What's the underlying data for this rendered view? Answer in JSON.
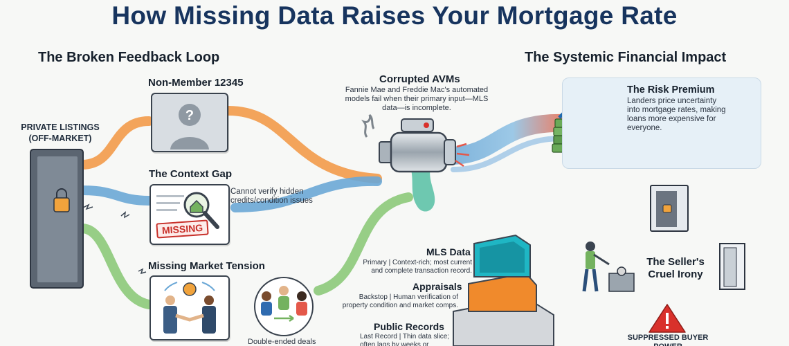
{
  "title": "How Missing Data Raises Your Mortgage Rate",
  "sections": {
    "left": "The Broken Feedback Loop",
    "right": "The Systemic Financial Impact"
  },
  "private_listings": {
    "label": "PRIVATE LISTINGS (OFF-MARKET)"
  },
  "non_member": {
    "label": "Non-Member 12345"
  },
  "context_gap": {
    "title": "The Context Gap",
    "desc": "Cannot verify hidden credits/condition issues",
    "stamp": "MISSING"
  },
  "market_tension": {
    "title": "Missing Market Tension",
    "caption": "Double-ended deals"
  },
  "avms": {
    "title": "Corrupted AVMs",
    "desc": "Fannie Mae and Freddie Mac's automated models fail when their primary input—MLS data—is incomplete."
  },
  "risk_premium": {
    "title": "The Risk Premium",
    "desc": "Landers price uncertainty into mortgage rates, making loans more expensive for everyone."
  },
  "data_layers": [
    {
      "title": "MLS Data",
      "desc": "Primary | Context-rich; most current and complete transaction record.",
      "color": "#1fb6c4"
    },
    {
      "title": "Appraisals",
      "desc": "Backstop | Human verification of property condition and market comps.",
      "color": "#f08a2c"
    },
    {
      "title": "Public Records",
      "desc": "Last Record | Thin data slice; often lags by weeks or months.",
      "color": "#c9ccd1"
    }
  ],
  "sellers_irony": {
    "title": "The Seller's Cruel Irony"
  },
  "suppressed": {
    "label": "SUPPRESSED BUYER POWER"
  },
  "colors": {
    "title": "#17345e",
    "orange_flow": "#f29a4a",
    "blue_flow": "#6aa7d6",
    "green_flow": "#8cc97a",
    "red_flow": "#e4584a",
    "alert": "#d9312b"
  }
}
